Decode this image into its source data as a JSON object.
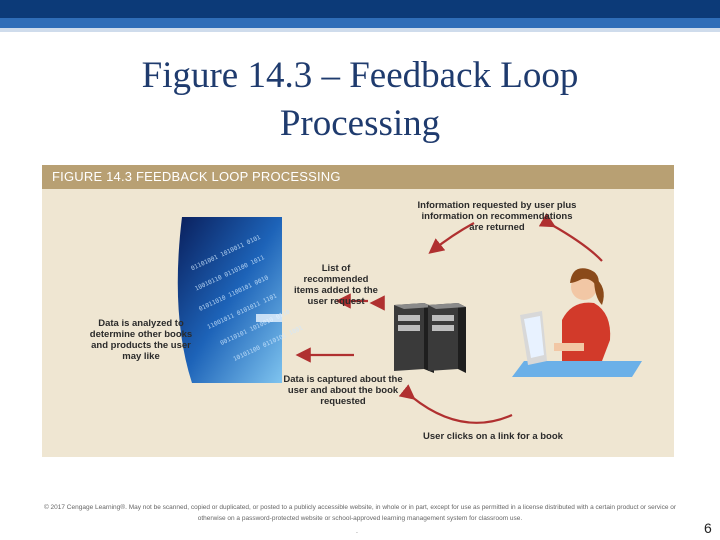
{
  "slide": {
    "title": "Figure 14.3 – Feedback Loop Processing",
    "page_number": "6"
  },
  "figure": {
    "header": "FIGURE 14.3  FEEDBACK LOOP PROCESSING",
    "labels": {
      "info_requested": "Information requested by user plus information on recommendations are returned",
      "list_added": "List of recommended items added to the user request",
      "data_analyzed": "Data is analyzed to determine other books and products the user may like",
      "data_captured": "Data is captured about the user and about the book requested",
      "user_clicks": "User clicks on a link for a book"
    }
  },
  "credit": {
    "text": "© 2017 Cengage Learning®. May not be scanned, copied or duplicated, or posted to a publicly accessible website, in whole or in part, except for use as permitted in a license distributed with a certain product or service or otherwise on a password-protected website or school-approved learning management system for classroom use.",
    "dot": "."
  },
  "colors": {
    "title": "#1f3b6e",
    "header_bar": "#0c3a78",
    "figure_bg": "#efe6d2",
    "figure_header": "#b8a073",
    "arrow": "#b03030"
  }
}
